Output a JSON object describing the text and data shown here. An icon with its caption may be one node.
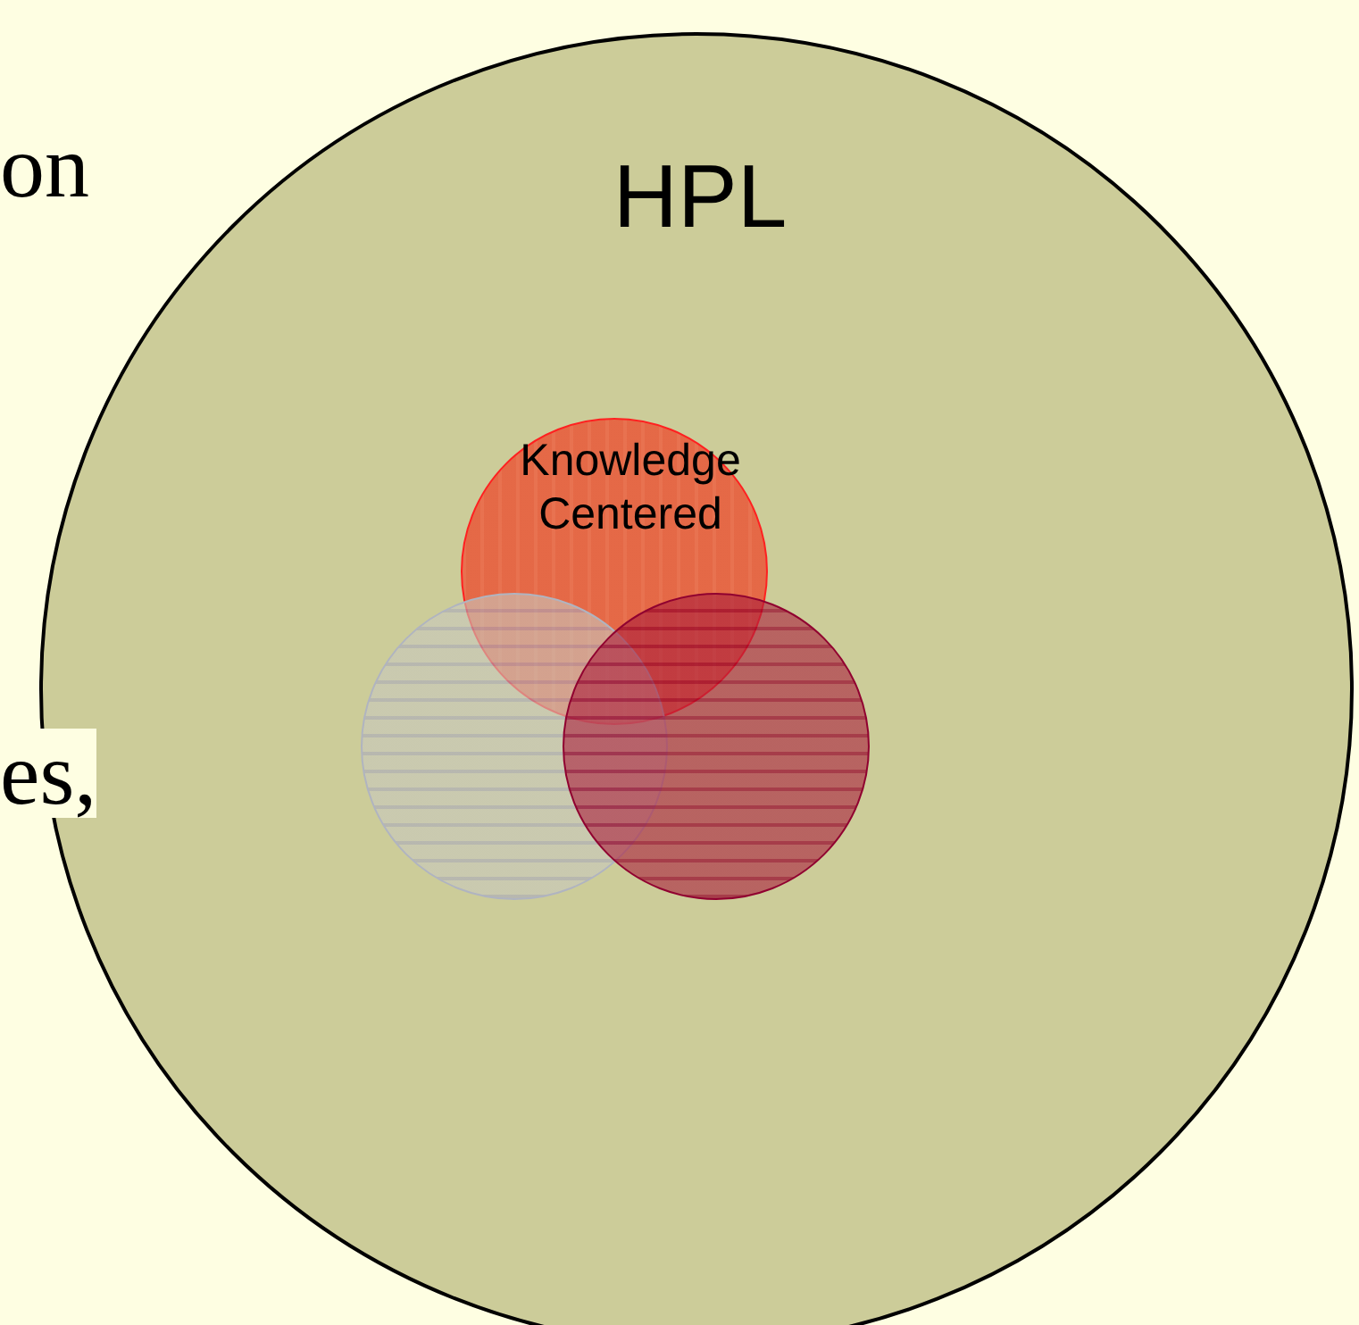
{
  "diagram": {
    "nodes": [
      {
        "text": [
          "HPL"
        ]
      },
      {
        "text": [
          "Knowledge Centered"
        ],
        "in": 0
      },
      {
        "text": [],
        "shape": "circle",
        "in": 0
      },
      {
        "text": [],
        "shape": "circle",
        "in": 0
      }
    ],
    "labels": [
      "on",
      "es,"
    ]
  }
}
